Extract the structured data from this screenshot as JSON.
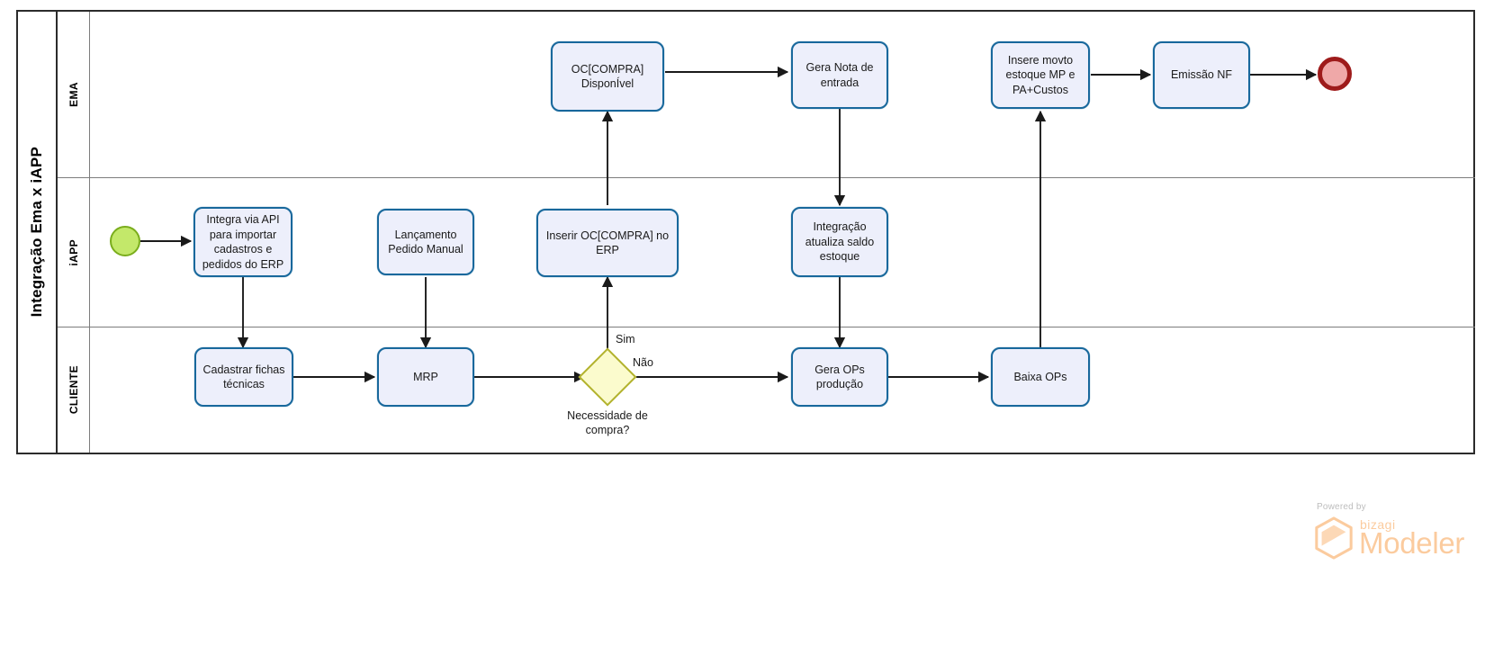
{
  "pool": {
    "title": "Integração Ema x iAPP"
  },
  "lanes": [
    {
      "label": "EMA"
    },
    {
      "label": "iAPP"
    },
    {
      "label": "CLIENTE"
    }
  ],
  "events": {
    "start": {
      "name": "start-event",
      "label": ""
    },
    "end": {
      "name": "end-event",
      "label": ""
    }
  },
  "tasks": {
    "oc_compra_disponivel": "OC[COMPRA]\nDisponÍvel",
    "gera_nota_entrada": "Gera Nota de\nentrada",
    "insere_movto_estoque": "Insere movto\nestoque MP e\nPA+Custos",
    "emissao_nf": "Emissão NF",
    "integra_via_api": "Integra via API\npara importar\ncadastros e\npedidos do ERP",
    "lancamento_pedido_manual": "Lançamento\nPedido Manual",
    "inserir_oc_compra_erp": "Inserir OC[COMPRA] no\nERP",
    "integracao_atualiza_saldo": "Integração\natualiza saldo\nestoque",
    "cadastrar_fichas_tecnicas": "Cadastrar fichas\ntécnicas",
    "mrp": "MRP",
    "gera_ops_producao": "Gera OPs\nprodução",
    "baixa_ops": "Baixa OPs"
  },
  "gateway": {
    "label": "Necessidade de\ncompra?",
    "flow_yes": "Sim",
    "flow_no": "Não"
  },
  "watermark": {
    "powered_by": "Powered by",
    "brand": "bizagi",
    "product": "Modeler"
  },
  "colors": {
    "task_fill": "#edeffb",
    "task_stroke": "#18689c",
    "start_fill": "#c3e86a",
    "start_stroke": "#7aad1c",
    "end_fill": "#efa8a8",
    "end_stroke": "#9e1b1b",
    "gateway_fill": "#fbfbcd",
    "gateway_stroke": "#b2b22d",
    "pool_stroke": "#2b2b2b",
    "lane_stroke": "#7d7d7d",
    "watermark": "#fbcb9e"
  }
}
